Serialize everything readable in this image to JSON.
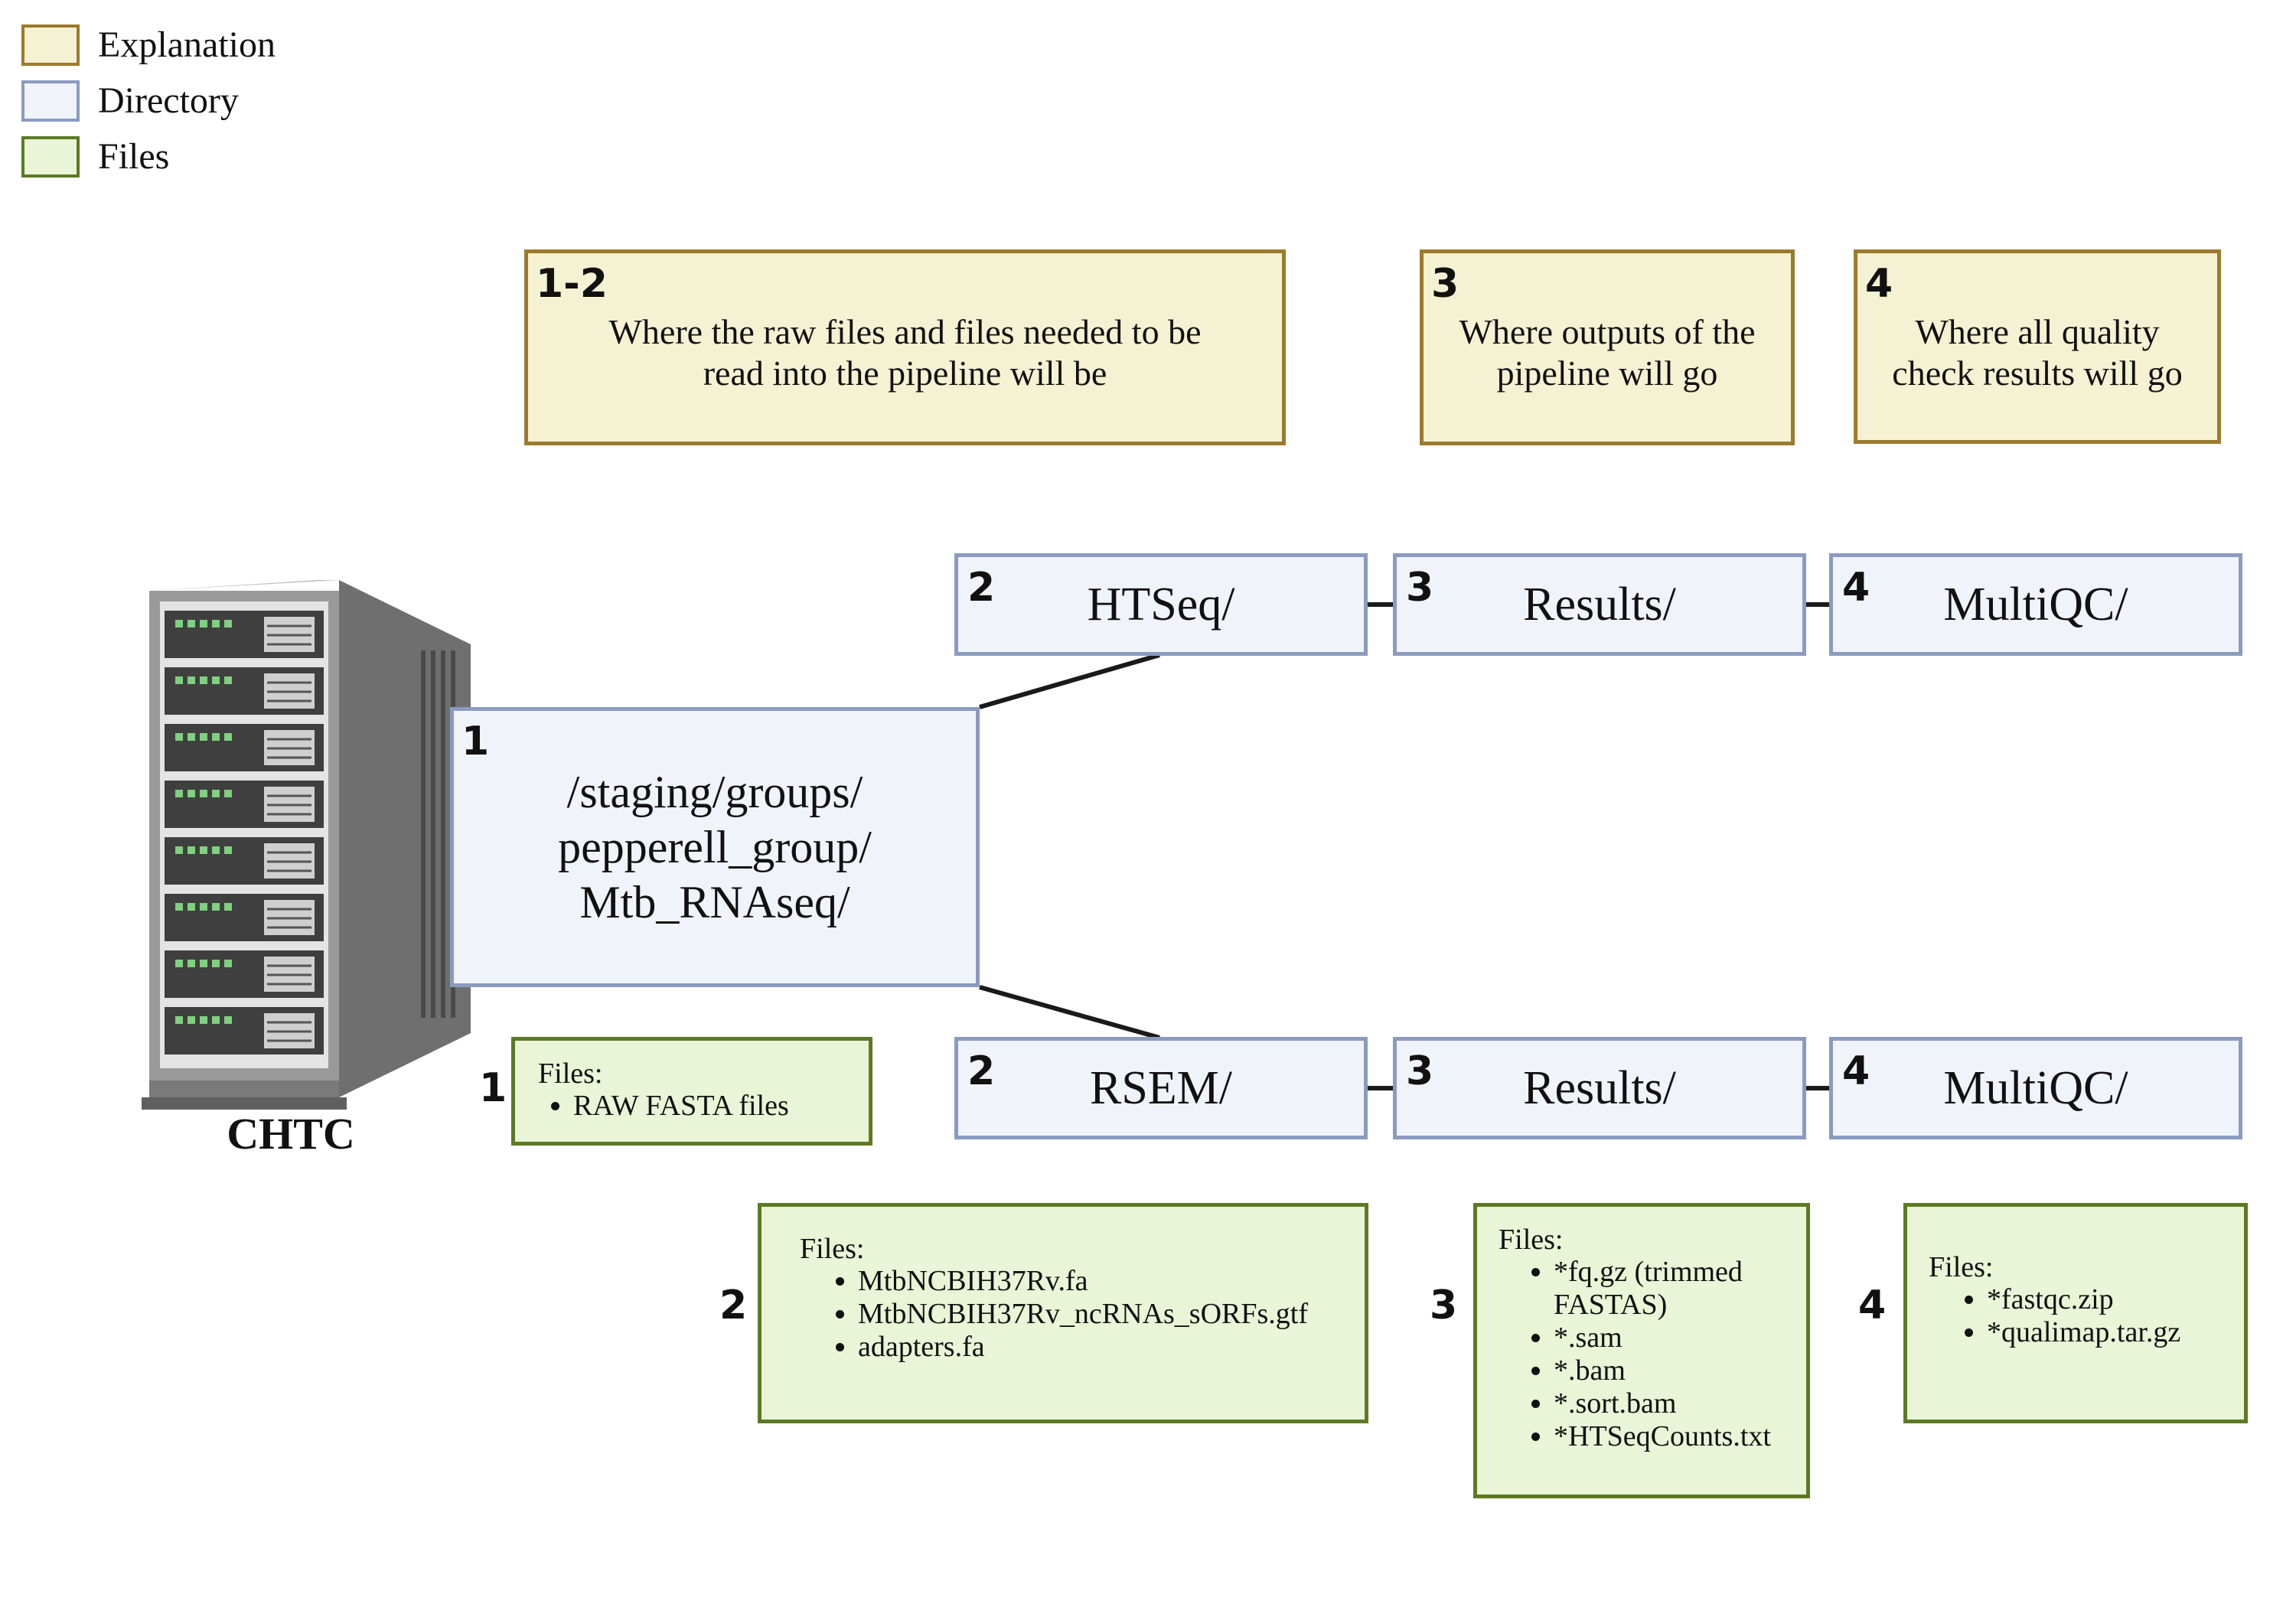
{
  "legend": [
    {
      "label": "Explanation",
      "kind": "explanation"
    },
    {
      "label": "Directory",
      "kind": "directory"
    },
    {
      "label": "Files",
      "kind": "files"
    }
  ],
  "colors": {
    "explanation_fill": "#f5f2d3",
    "explanation_border": "#9c7a2e",
    "directory_fill": "#f0f4fa",
    "directory_border": "#8a9bbf",
    "files_fill": "#e9f5d6",
    "files_border": "#5c7a24"
  },
  "explanations": [
    {
      "number": "1-2",
      "text": "Where the raw files and files needed to be read into the pipeline will be"
    },
    {
      "number": "3",
      "text": "Where outputs of the pipeline will go"
    },
    {
      "number": "4",
      "text": "Where all quality check results will go"
    }
  ],
  "server": {
    "label": "CHTC",
    "icon": "server-rack-icon"
  },
  "root": {
    "number": "1",
    "path_lines": [
      "/staging/groups/",
      "pepperell_group/",
      "Mtb_RNAseq/"
    ]
  },
  "branches": [
    {
      "dirs": [
        {
          "number": "2",
          "label": "HTSeq/"
        },
        {
          "number": "3",
          "label": "Results/"
        },
        {
          "number": "4",
          "label": "MultiQC/"
        }
      ]
    },
    {
      "dirs": [
        {
          "number": "2",
          "label": "RSEM/"
        },
        {
          "number": "3",
          "label": "Results/"
        },
        {
          "number": "4",
          "label": "MultiQC/"
        }
      ]
    }
  ],
  "file_boxes": [
    {
      "number": "1",
      "title": "Files:",
      "items": [
        "RAW FASTA files"
      ]
    },
    {
      "number": "2",
      "title": "Files:",
      "items": [
        "MtbNCBIH37Rv.fa",
        "MtbNCBIH37Rv_ncRNAs_sORFs.gtf",
        "adapters.fa"
      ]
    },
    {
      "number": "3",
      "title": "Files:",
      "items": [
        "*fq.gz (trimmed FASTAS)",
        "*.sam",
        "*.bam",
        "*.sort.bam",
        "*HTSeqCounts.txt"
      ]
    },
    {
      "number": "4",
      "title": "Files:",
      "items": [
        "*fastqc.zip",
        "*qualimap.tar.gz"
      ]
    }
  ]
}
